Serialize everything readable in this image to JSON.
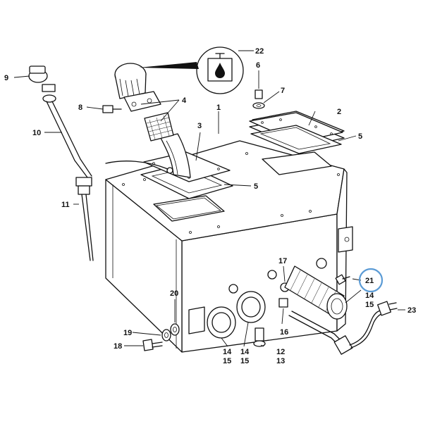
{
  "callouts": {
    "c1": "1",
    "c2": "2",
    "c3": "3",
    "c4": "4",
    "c5a": "5",
    "c5b": "5",
    "c6": "6",
    "c7": "7",
    "c8": "8",
    "c9": "9",
    "c10": "10",
    "c11": "11",
    "c12": "12",
    "c13": "13",
    "c14a": "14",
    "c15a": "15",
    "c14b": "14",
    "c15b": "15",
    "c14c": "14",
    "c15c": "15",
    "c16": "16",
    "c17": "17",
    "c18": "18",
    "c19": "19",
    "c20": "20",
    "c21": "21",
    "c22": "22",
    "c23": "23"
  },
  "highlight": {
    "callout": "21",
    "color": "#5b9bd5"
  },
  "colors": {
    "line": "#111111",
    "background": "#ffffff"
  },
  "icons": {
    "oil_can": "oil-level-symbol-icon"
  }
}
